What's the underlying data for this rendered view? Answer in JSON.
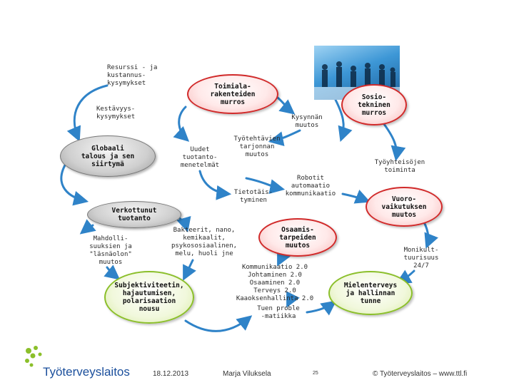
{
  "nodes": {
    "toimiala": "Toimiala-\nrakenteiden\nmurros",
    "sosio": "Sosio-\ntekninen\nmurros",
    "globaali": "Globaali\ntalous ja sen\nsiirtymä",
    "verkottunut": "Verkottunut\ntuotanto",
    "vuoro": "Vuoro-\nvaikutuksen\nmuutos",
    "osaamis": "Osaamis-\ntarpeiden\nmuutos",
    "subjektiviteetin": "Subjektiviteetin,\nhajautumisen,\npolarisaation\nnousu",
    "mielenterveys": "Mielenterveys\nja hallinnan\ntunne"
  },
  "labels": {
    "resurssi": "Resurssi - ja\nkustannus-\nkysymykset",
    "kestavyys": "Kestävyys-\nkysymykset",
    "kysynnan": "Kysynnän\nmuutos",
    "tyotehtavien": "Työtehtävien\ntarjonnan\nmuutos",
    "uudet": "Uudet\ntuotanto-\nmenetelmät",
    "tyoyhteisojen": "Työyhteisöjen\ntoiminta",
    "robotit": "Robotit\nautomaatio\nkommunikaatio",
    "tietotyo": "Tietotäis-\ntyminen",
    "mahdolli": "Mahdolli-\nsuuksien ja\n\"läsnäolon\"\nmuutos",
    "bakteerit": "Bakteerit, nano,\nkemikaalit,\npsykososiaalinen,\nmelu, huoli jne",
    "monikult": "Monikult-\ntuurisuus\n24/7",
    "kommunikaatio": "Kommunikaatio 2.0\nJohtaminen 2.0\nOsaaminen 2.0\nTerveys 2.0\nKaaoksenhallinta 2.0",
    "tuen": "Tuen proble\n-matiikka"
  },
  "footer": {
    "logo": "Työterveyslaitos",
    "date": "18.12.2013",
    "author": "Marja Viluksela",
    "page": "25",
    "copyright": "© Työterveyslaitos  –  www.ttl.fi"
  },
  "colors": {
    "red_border": "#d12a2a",
    "green_border": "#8bbf2a",
    "arrow": "#2f83c8",
    "logo_green": "#8bbf2a",
    "logo_blue": "#1b4f9c"
  }
}
